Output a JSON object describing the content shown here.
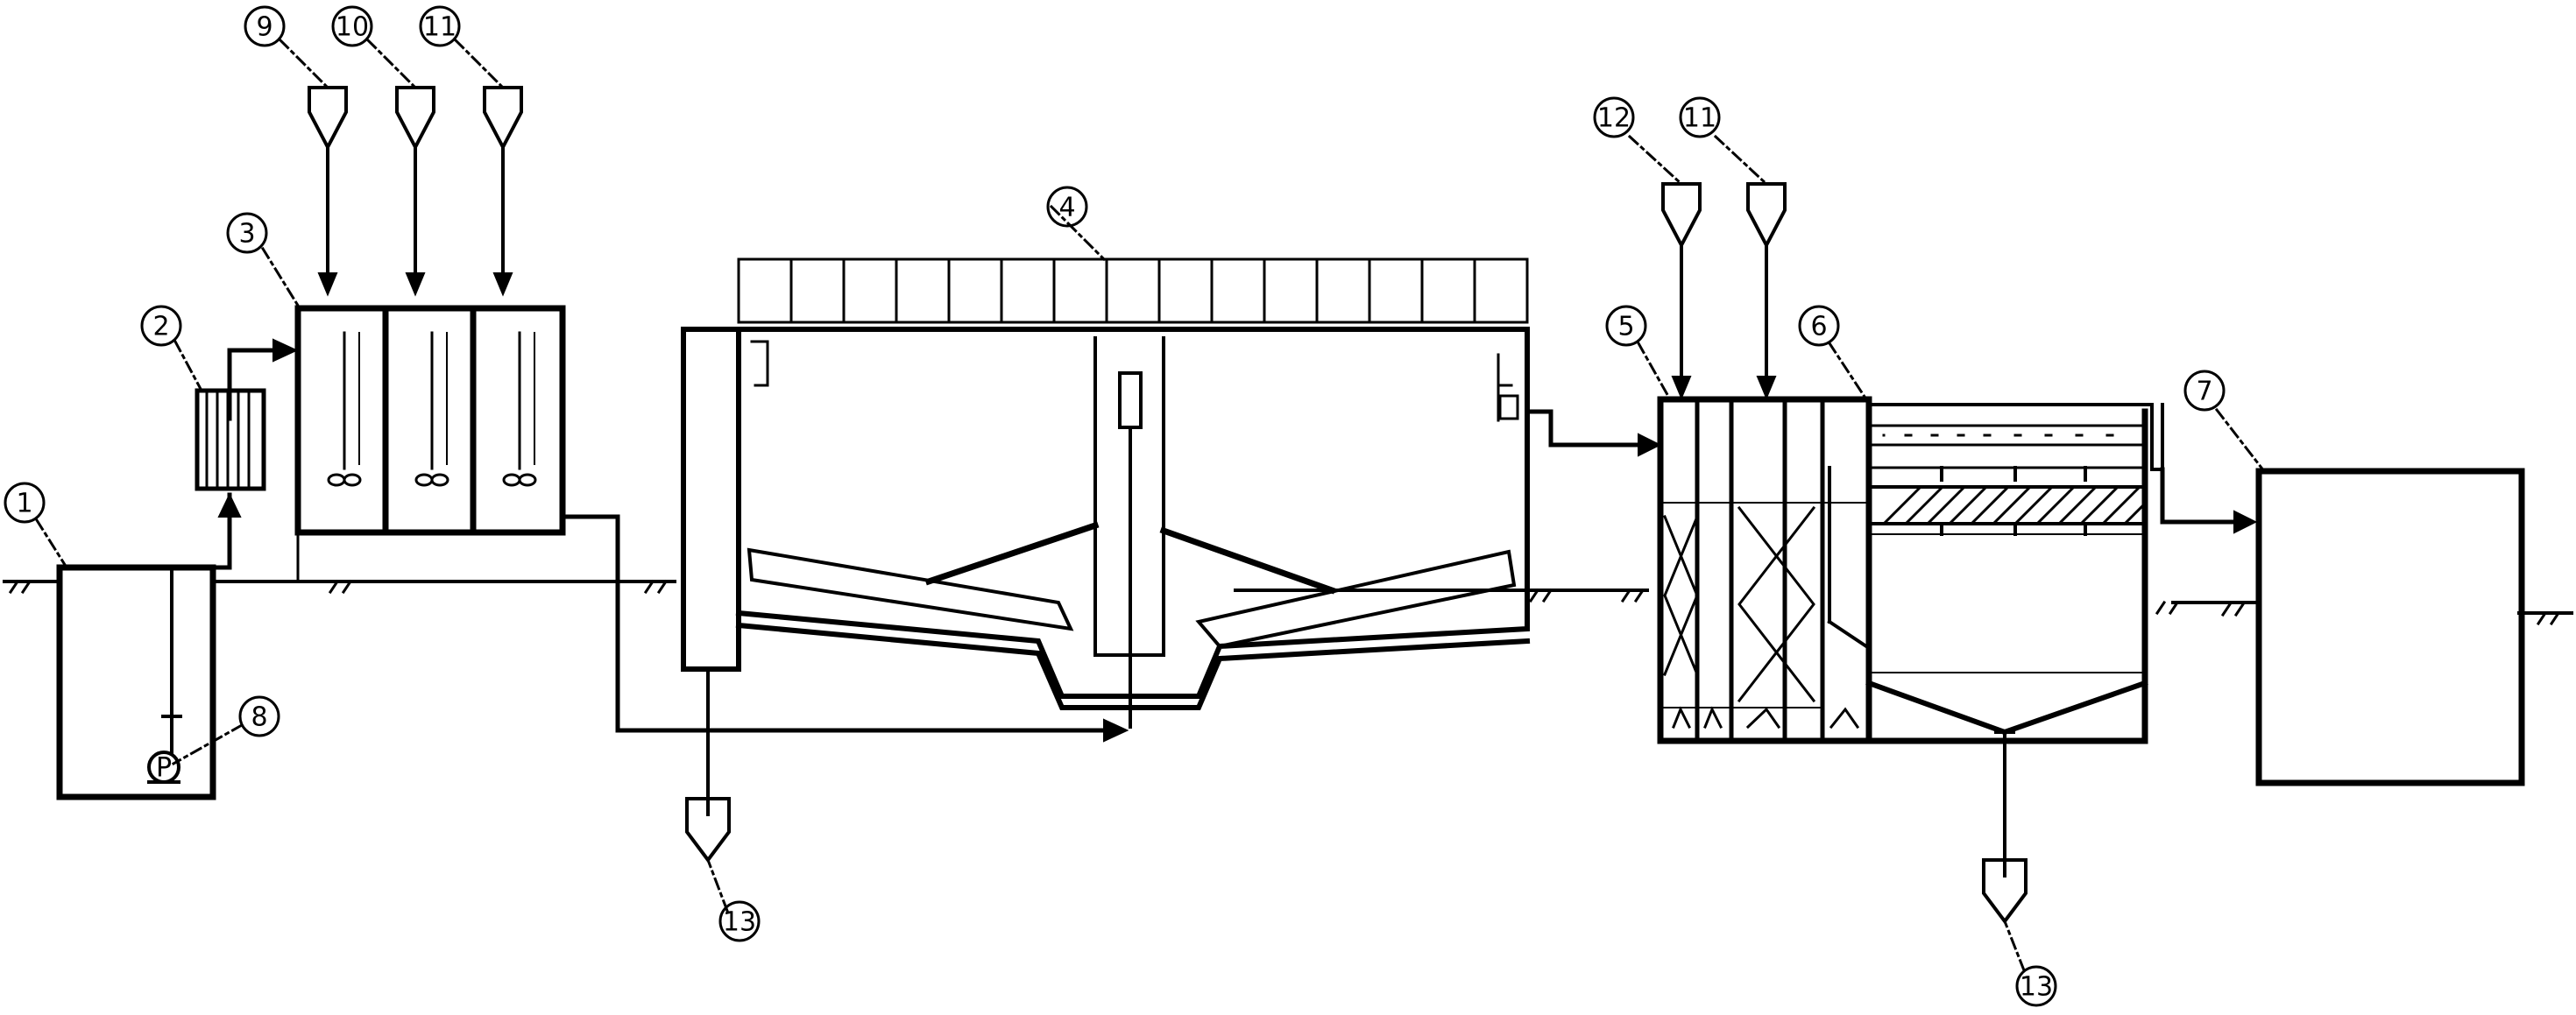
{
  "diagram": {
    "labels": [
      {
        "id": "lbl-1",
        "text": "1"
      },
      {
        "id": "lbl-2",
        "text": "2"
      },
      {
        "id": "lbl-3",
        "text": "3"
      },
      {
        "id": "lbl-4",
        "text": "4"
      },
      {
        "id": "lbl-5",
        "text": "5"
      },
      {
        "id": "lbl-6",
        "text": "6"
      },
      {
        "id": "lbl-7",
        "text": "7"
      },
      {
        "id": "lbl-8",
        "text": "8"
      },
      {
        "id": "lbl-9",
        "text": "9"
      },
      {
        "id": "lbl-10",
        "text": "10"
      },
      {
        "id": "lbl-11a",
        "text": "11"
      },
      {
        "id": "lbl-12",
        "text": "12"
      },
      {
        "id": "lbl-11b",
        "text": "11"
      },
      {
        "id": "lbl-13a",
        "text": "13"
      },
      {
        "id": "lbl-13b",
        "text": "13"
      }
    ],
    "pump_symbol": "P",
    "line_color": "#000000",
    "background": "#ffffff"
  }
}
